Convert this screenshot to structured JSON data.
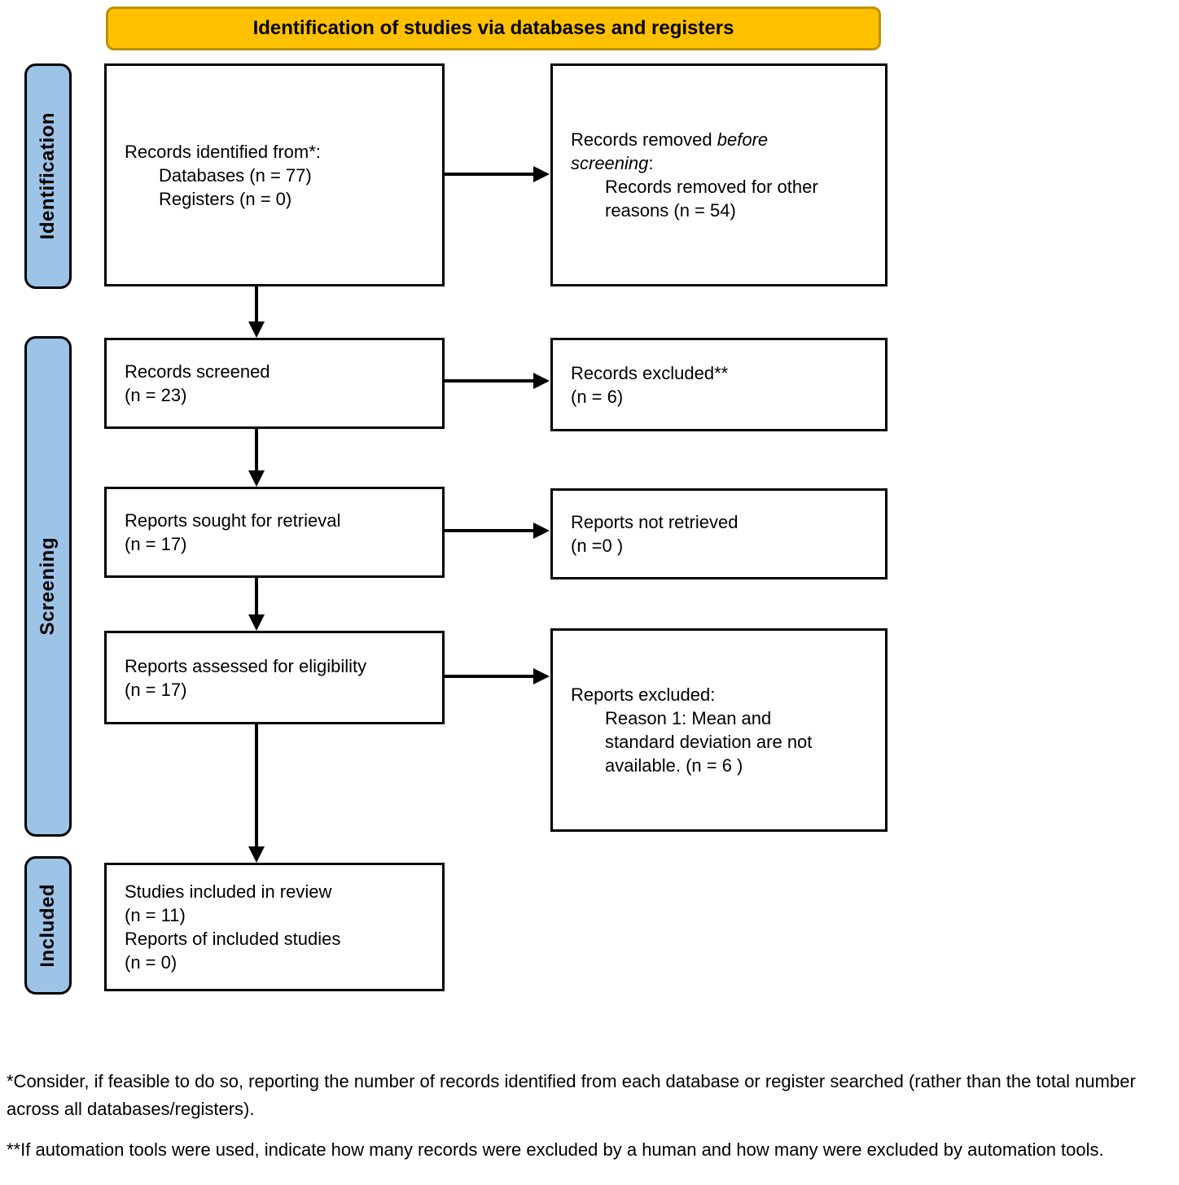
{
  "banner": {
    "title": "Identification of studies via databases and registers"
  },
  "stages": [
    {
      "label": "Identification"
    },
    {
      "label": "Screening"
    },
    {
      "label": "Included"
    }
  ],
  "boxes": {
    "records_identified": {
      "lines": [
        {
          "segs": [
            {
              "t": "Records identified from*:"
            }
          ]
        },
        {
          "indent": true,
          "segs": [
            {
              "t": "Databases (n = 77)"
            }
          ]
        },
        {
          "indent": true,
          "segs": [
            {
              "t": "Registers (n = 0)"
            }
          ]
        }
      ]
    },
    "records_removed": {
      "lines": [
        {
          "segs": [
            {
              "t": "Records removed "
            },
            {
              "t": "before",
              "i": true
            }
          ]
        },
        {
          "segs": [
            {
              "t": "screening",
              "i": true
            },
            {
              "t": ":"
            }
          ]
        },
        {
          "indent": true,
          "segs": [
            {
              "t": "Records removed for other"
            }
          ]
        },
        {
          "indent": true,
          "segs": [
            {
              "t": "reasons (n = 54)"
            }
          ]
        }
      ]
    },
    "records_screened": {
      "lines": [
        {
          "segs": [
            {
              "t": "Records screened"
            }
          ]
        },
        {
          "segs": [
            {
              "t": "(n = 23)"
            }
          ]
        }
      ]
    },
    "records_excluded": {
      "lines": [
        {
          "segs": [
            {
              "t": "Records excluded**"
            }
          ]
        },
        {
          "segs": [
            {
              "t": "(n = 6)"
            }
          ]
        }
      ]
    },
    "reports_sought": {
      "lines": [
        {
          "segs": [
            {
              "t": "Reports sought for retrieval"
            }
          ]
        },
        {
          "segs": [
            {
              "t": "(n = 17)"
            }
          ]
        }
      ]
    },
    "reports_not_retrieved": {
      "lines": [
        {
          "segs": [
            {
              "t": "Reports not retrieved"
            }
          ]
        },
        {
          "segs": [
            {
              "t": "(n =0 )"
            }
          ]
        }
      ]
    },
    "reports_assessed": {
      "lines": [
        {
          "segs": [
            {
              "t": "Reports assessed for eligibility"
            }
          ]
        },
        {
          "segs": [
            {
              "t": "(n = 17)"
            }
          ]
        }
      ]
    },
    "reports_excluded": {
      "lines": [
        {
          "segs": [
            {
              "t": "Reports excluded:"
            }
          ]
        },
        {
          "indent": true,
          "segs": [
            {
              "t": "Reason 1: Mean and"
            }
          ]
        },
        {
          "indent": true,
          "segs": [
            {
              "t": "standard deviation are not"
            }
          ]
        },
        {
          "indent": true,
          "segs": [
            {
              "t": "available. (n = 6 )"
            }
          ]
        }
      ]
    },
    "studies_included": {
      "lines": [
        {
          "segs": [
            {
              "t": "Studies included in review"
            }
          ]
        },
        {
          "segs": [
            {
              "t": "(n = 11)"
            }
          ]
        },
        {
          "segs": [
            {
              "t": "Reports of included studies"
            }
          ]
        },
        {
          "segs": [
            {
              "t": "(n = 0)"
            }
          ]
        }
      ]
    }
  },
  "footnotes": [
    "*Consider, if feasible to do so, reporting the number of records identified from each database or register searched (rather than the total number across all databases/registers).",
    "**If automation tools were used, indicate how many records were excluded by a human and how many were excluded by automation tools."
  ],
  "colors": {
    "banner_fill": "#FFC000",
    "banner_border": "#BF9000",
    "stage_fill": "#9DC3E6",
    "stage_border": "#000000",
    "box_border": "#000000",
    "arrow": "#000000"
  }
}
